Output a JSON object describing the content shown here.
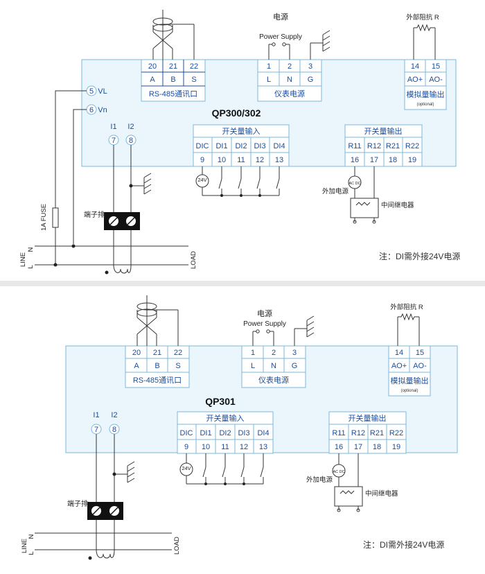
{
  "top": {
    "model": "QP300/302",
    "rs485": {
      "nums": [
        "20",
        "21",
        "22"
      ],
      "letters": [
        "A",
        "B",
        "S"
      ],
      "caption": "RS-485通讯口"
    },
    "power": {
      "label_cn": "电源",
      "label_en": "Power Supply",
      "nums": [
        "1",
        "2",
        "3"
      ],
      "letters": [
        "L",
        "N",
        "G"
      ],
      "caption": "仪表电源"
    },
    "analog": {
      "resistor_label": "外部阻抗  R",
      "nums": [
        "14",
        "15"
      ],
      "letters": [
        "AO+",
        "AO-"
      ],
      "caption": "模拟量输出",
      "optional": "(optional)"
    },
    "din": {
      "header": "开关量输入",
      "labels": [
        "DIC",
        "DI1",
        "DI2",
        "DI3",
        "DI4"
      ],
      "nums": [
        "9",
        "10",
        "11",
        "12",
        "13"
      ]
    },
    "dout": {
      "header": "开关量输出",
      "labels": [
        "R11",
        "R12",
        "R21",
        "R22"
      ],
      "nums": [
        "16",
        "17",
        "18",
        "19"
      ]
    },
    "voltage_terms": [
      {
        "num": "5",
        "label": "VL"
      },
      {
        "num": "6",
        "label": "Vn"
      }
    ],
    "current_terms": [
      {
        "num": "7",
        "label": "I1"
      },
      {
        "num": "8",
        "label": "I2"
      }
    ],
    "fuse": "1A FUSE",
    "terminal_block": "端子排",
    "line": "LINE",
    "n": "N",
    "l": "L",
    "load": "LOAD",
    "v24": "24V",
    "ext_power": "外加电源",
    "relay": "中间继电器",
    "ac_symbol": "AC DC",
    "note": "注：DI需外接24V电源"
  },
  "bottom": {
    "model": "QP301",
    "rs485": {
      "nums": [
        "20",
        "21",
        "22"
      ],
      "letters": [
        "A",
        "B",
        "S"
      ],
      "caption": "RS-485通讯口"
    },
    "power": {
      "label_cn": "电源",
      "label_en": "Power Supply",
      "nums": [
        "1",
        "2",
        "3"
      ],
      "letters": [
        "L",
        "N",
        "G"
      ],
      "caption": "仪表电源"
    },
    "analog": {
      "resistor_label": "外部阻抗  R",
      "nums": [
        "14",
        "15"
      ],
      "letters": [
        "AO+",
        "AO-"
      ],
      "caption": "模拟量输出",
      "optional": "(optional)"
    },
    "din": {
      "header": "开关量输入",
      "labels": [
        "DIC",
        "DI1",
        "DI2",
        "DI3",
        "DI4"
      ],
      "nums": [
        "9",
        "10",
        "11",
        "12",
        "13"
      ]
    },
    "dout": {
      "header": "开关量输出",
      "labels": [
        "R11",
        "R12",
        "R21",
        "R22"
      ],
      "nums": [
        "16",
        "17",
        "18",
        "19"
      ]
    },
    "current_terms": [
      {
        "num": "7",
        "label": "I1"
      },
      {
        "num": "8",
        "label": "I2"
      }
    ],
    "terminal_block": "端子排",
    "line": "LINE",
    "n": "N",
    "l": "L",
    "load": "LOAD",
    "v24": "24V",
    "ext_power": "外加电源",
    "relay": "中间继电器",
    "ac_symbol": "AC DC",
    "note": "注：DI需外接24V电源"
  }
}
